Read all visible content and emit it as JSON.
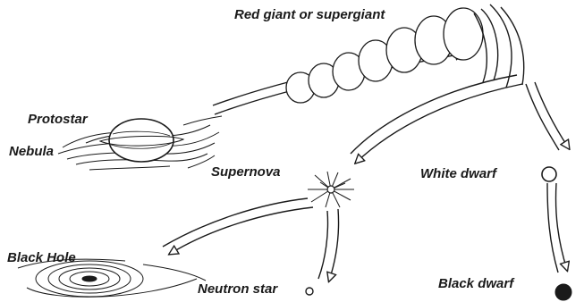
{
  "labels": {
    "red_giant": "Red giant or supergiant",
    "protostar": "Protostar",
    "nebula": "Nebula",
    "supernova": "Supernova",
    "white_dwarf": "White dwarf",
    "black_hole": "Black Hole",
    "neutron_star": "Neutron star",
    "black_dwarf": "Black dwarf"
  },
  "colors": {
    "ink": "#1a1a1a",
    "paper": "#ffffff"
  }
}
